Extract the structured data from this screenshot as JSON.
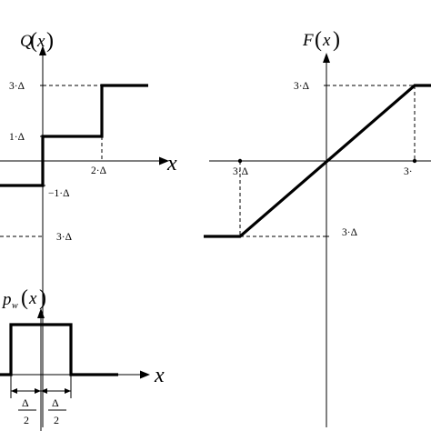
{
  "q_plot": {
    "title_fn": "Q",
    "title_arg": "x",
    "x_axis_label": "x",
    "labels": {
      "y_top": "3·Δ",
      "y_one": "1·Δ",
      "y_minus_one": "−1·Δ",
      "y_bottom": "3·Δ",
      "x_two": "2·Δ"
    }
  },
  "f_plot": {
    "title_fn": "F",
    "title_arg": "x",
    "labels": {
      "y_top": "3·Δ",
      "x_neg": "3·Δ",
      "x_pos": "3·",
      "y_bottom": "3·Δ"
    }
  },
  "pw_plot": {
    "title_fn": "p",
    "title_sub": "w",
    "title_arg": "x",
    "x_axis_label": "x",
    "labels": {
      "left_num": "Δ",
      "left_den": "2",
      "right_num": "Δ",
      "right_den": "2"
    }
  }
}
